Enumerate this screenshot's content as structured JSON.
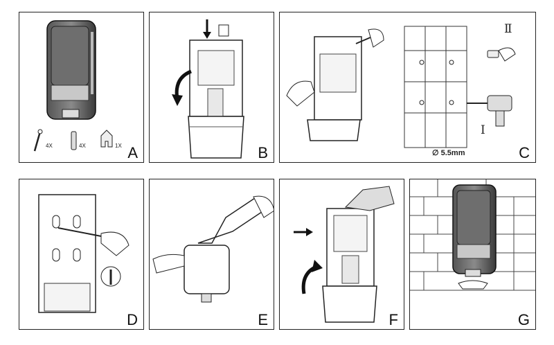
{
  "panels": [
    {
      "letter": "A"
    },
    {
      "letter": "B"
    },
    {
      "letter": "C"
    },
    {
      "letter": "D"
    },
    {
      "letter": "E"
    },
    {
      "letter": "F"
    },
    {
      "letter": "G"
    }
  ],
  "parts": {
    "screw_qty": "4X",
    "anchor_qty": "4X",
    "key_qty": "1X"
  },
  "drill": {
    "size_label": "∅ 5.5mm",
    "step_one": "Ⅰ",
    "step_two": "Ⅱ"
  },
  "colors": {
    "line": "#222222",
    "dispenser_dark": "#3a3a3a",
    "dispenser_mid": "#6a6a6a",
    "dispenser_light": "#b8b8b8"
  }
}
